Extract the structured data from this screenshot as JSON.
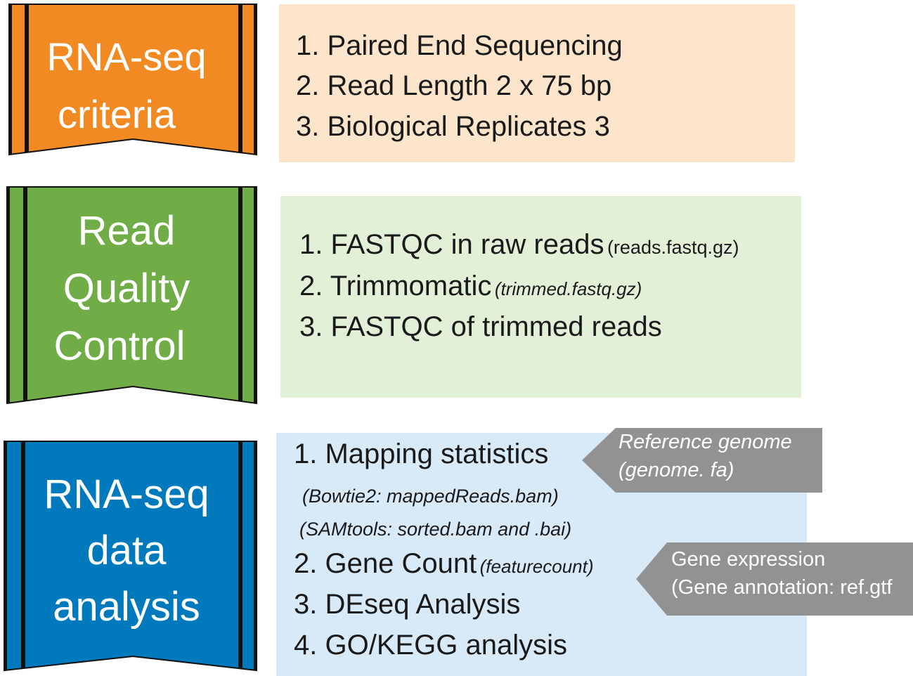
{
  "colors": {
    "criteria_banner": "#f28a24",
    "criteria_panel": "#fde5cc",
    "qc_banner": "#70ad47",
    "qc_panel": "#e3f0d8",
    "analysis_banner": "#0079bd",
    "analysis_panel": "#d8eaf8",
    "tag": "#929292",
    "outline": "#111111"
  },
  "sections": {
    "criteria": {
      "title_lines": [
        "RNA-seq",
        "criteria"
      ],
      "items": [
        {
          "main": "1. Paired End Sequencing"
        },
        {
          "main": "2. Read Length 2 x 75 bp"
        },
        {
          "main": "3. Biological Replicates 3"
        }
      ]
    },
    "qc": {
      "title_lines": [
        "Read",
        "Quality",
        "Control"
      ],
      "items": [
        {
          "main": "1. FASTQC in raw reads",
          "note": "(reads.fastq.gz)"
        },
        {
          "main": "2. Trimmomatic",
          "note": "(trimmed.fastq.gz)"
        },
        {
          "main": "3. FASTQC of trimmed reads"
        }
      ]
    },
    "analysis": {
      "title_lines": [
        "RNA-seq",
        "data",
        "analysis"
      ],
      "items": [
        {
          "main": "1. Mapping statistics"
        },
        {
          "sub": "(Bowtie2: mappedReads.bam)"
        },
        {
          "sub": "(SAMtools: sorted.bam and .bai)"
        },
        {
          "main": "2. Gene Count",
          "note": "(featurecount)"
        },
        {
          "main": "3. DEseq Analysis"
        },
        {
          "main": "4. GO/KEGG analysis"
        }
      ]
    }
  },
  "tags": {
    "reference": {
      "lines": [
        "Reference genome",
        "(genome. fa)"
      ]
    },
    "expression": {
      "lines": [
        "Gene expression",
        "(Gene annotation: ref.gtf"
      ]
    }
  }
}
